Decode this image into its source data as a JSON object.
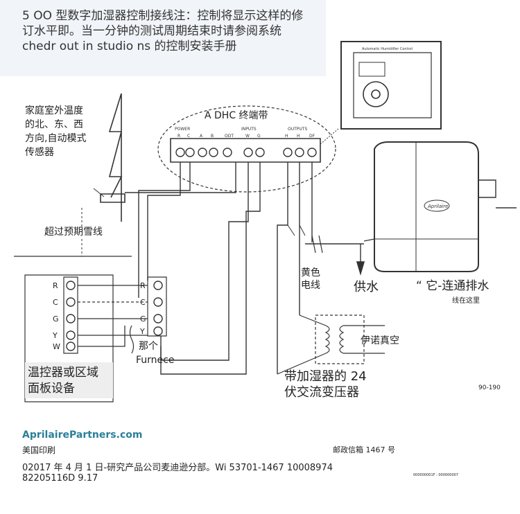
{
  "header": {
    "line1": "5 OO 型数字加湿器控制接线注：控制将显示这样的修",
    "line2": "订水平即。当一分钟的测试周期结束时请参阅系统",
    "line3": "chedr out in studio ns 的控制安装手册"
  },
  "labels": {
    "outdoor_sensor": [
      "家庭室外温度",
      "的北、东、西",
      "方向,自动模式",
      "传感器"
    ],
    "terminal_strip": "A DHC 终端带",
    "snow_line": "超过预期雪线",
    "yellow_wire": [
      "黄色",
      "电线"
    ],
    "water_supply": "供水",
    "drain": "“ 它-连通排水",
    "drain_note": "线在这里",
    "vacuum": "伊诺真空",
    "which_one": "那个",
    "furnace": "Furnece",
    "transformer": [
      "带加湿器的 24",
      "伏交流变压器"
    ],
    "thermostat": [
      "温控器或区域",
      "面板设备"
    ],
    "part_code": "90-190"
  },
  "terminal_groups": {
    "power": "POWER",
    "inputs": "INPUTS",
    "outputs": "OUTPUTS"
  },
  "terminals": [
    "R",
    "C",
    "A",
    "B",
    "ODT",
    "W",
    "G",
    "H",
    "H",
    "DF"
  ],
  "thermostat_terminals": [
    "R",
    "C",
    "G",
    "Y",
    "W"
  ],
  "furnace_terminals": [
    "R",
    "C",
    "G",
    "Y"
  ],
  "inset_title": "Automatic Humidifier Control",
  "humidifier_badge": "Aprilaire",
  "footer": {
    "brand": "AprilairePartners.com",
    "printed": "美国印刷",
    "postal": "邮政信箱 1467 号",
    "address": "02017 年 4 月 1 日-研究产品公司麦迪逊分部。Wi 53701-1467 10008974",
    "docnum": "82205116D 9.17",
    "small_code": "000000001F : 000000007"
  },
  "colors": {
    "line": "#333333",
    "brand": "#2a7f9a",
    "header_bg": "#f1f4f8"
  }
}
